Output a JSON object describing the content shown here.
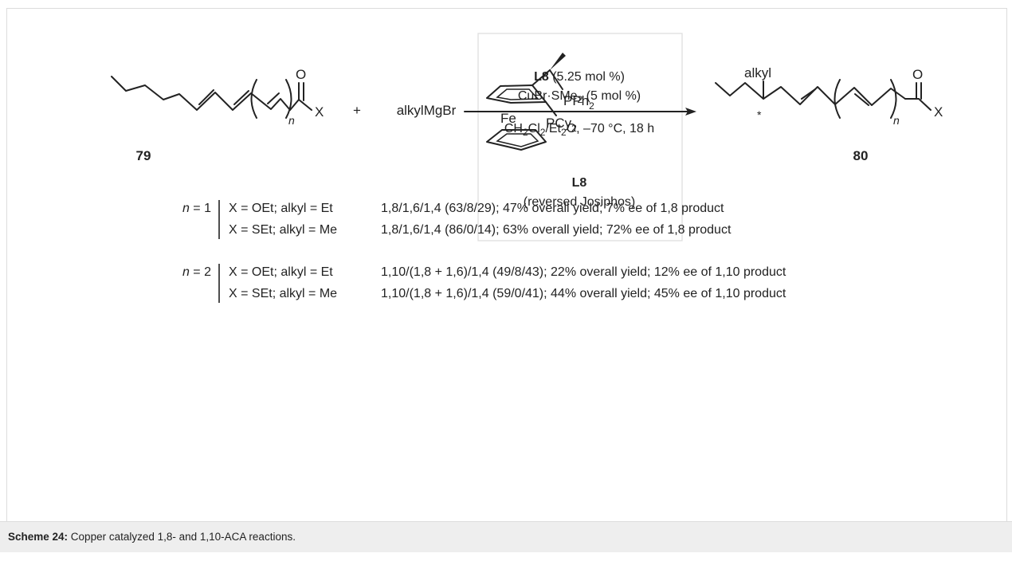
{
  "ligand": {
    "atoms": {
      "fe": "Fe",
      "pph2": "PPh",
      "pph2_sub": "2",
      "pcy2": "PCy",
      "pcy2_sub": "2"
    },
    "label": "L8",
    "name": "(reversed Josiphos)"
  },
  "reactant": {
    "label": "79",
    "carbonyl_o": "O",
    "x_group": "X",
    "repeat_n": "n"
  },
  "plus": "+",
  "reagent": "alkylMgBr",
  "conditions": {
    "ligand_ref": "L8",
    "ligand_loading": " (5.25 mol %)",
    "catalyst_a": "CuBr·SMe",
    "catalyst_sub": "2",
    "catalyst_b": " (5 mol %)",
    "solvent_a": "CH",
    "solvent_sub1": "2",
    "solvent_b": "Cl",
    "solvent_sub2": "2",
    "solvent_c": "/Et",
    "solvent_sub3": "2",
    "solvent_d": "O, –70 °C, 18 h"
  },
  "product": {
    "label": "80",
    "alkyl": "alkyl",
    "stereo_mark": "*",
    "carbonyl_o": "O",
    "x_group": "X",
    "repeat_n": "n"
  },
  "results": [
    {
      "n_symbol": "n",
      "n_value": " = 1",
      "rows": [
        {
          "condition": "X = OEt; alkyl = Et",
          "result": "1,8/1,6/1,4 (63/8/29); 47% overall yield; 7% ee of 1,8 product"
        },
        {
          "condition": "X = SEt; alkyl = Me",
          "result": "1,8/1,6/1,4 (86/0/14); 63% overall yield; 72% ee of 1,8 product"
        }
      ]
    },
    {
      "n_symbol": "n",
      "n_value": " = 2",
      "rows": [
        {
          "condition": "X = OEt; alkyl = Et",
          "result": "1,10/(1,8 + 1,6)/1,4 (49/8/43); 22% overall yield; 12% ee of 1,10 product"
        },
        {
          "condition": "X = SEt; alkyl = Me",
          "result": "1,10/(1,8 + 1,6)/1,4 (59/0/41); 44% overall yield; 45% ee of 1,10 product"
        }
      ]
    }
  ],
  "caption": {
    "label": "Scheme 24:",
    "text": " Copper catalyzed 1,8- and 1,10-ACA reactions."
  }
}
